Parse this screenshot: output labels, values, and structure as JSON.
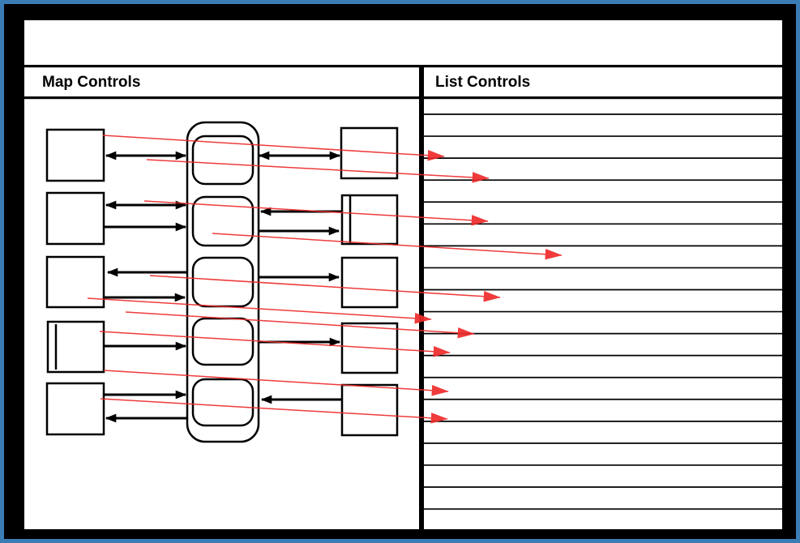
{
  "window": {
    "kind": "slide-diagram",
    "title_band_text": ""
  },
  "colors": {
    "blue": "#3c7cb5",
    "black": "#000000",
    "red": "#ee2b2b",
    "paper": "#ffffff"
  },
  "panels": {
    "map": {
      "title": "Map Controls",
      "left_box_count": 5,
      "middle_box_count": 5,
      "right_box_count": 5,
      "black_arrow_count": 14,
      "red_arrow_count": 10
    },
    "list": {
      "title": "List Controls",
      "row_count": 20,
      "rows_are_empty": true
    }
  }
}
